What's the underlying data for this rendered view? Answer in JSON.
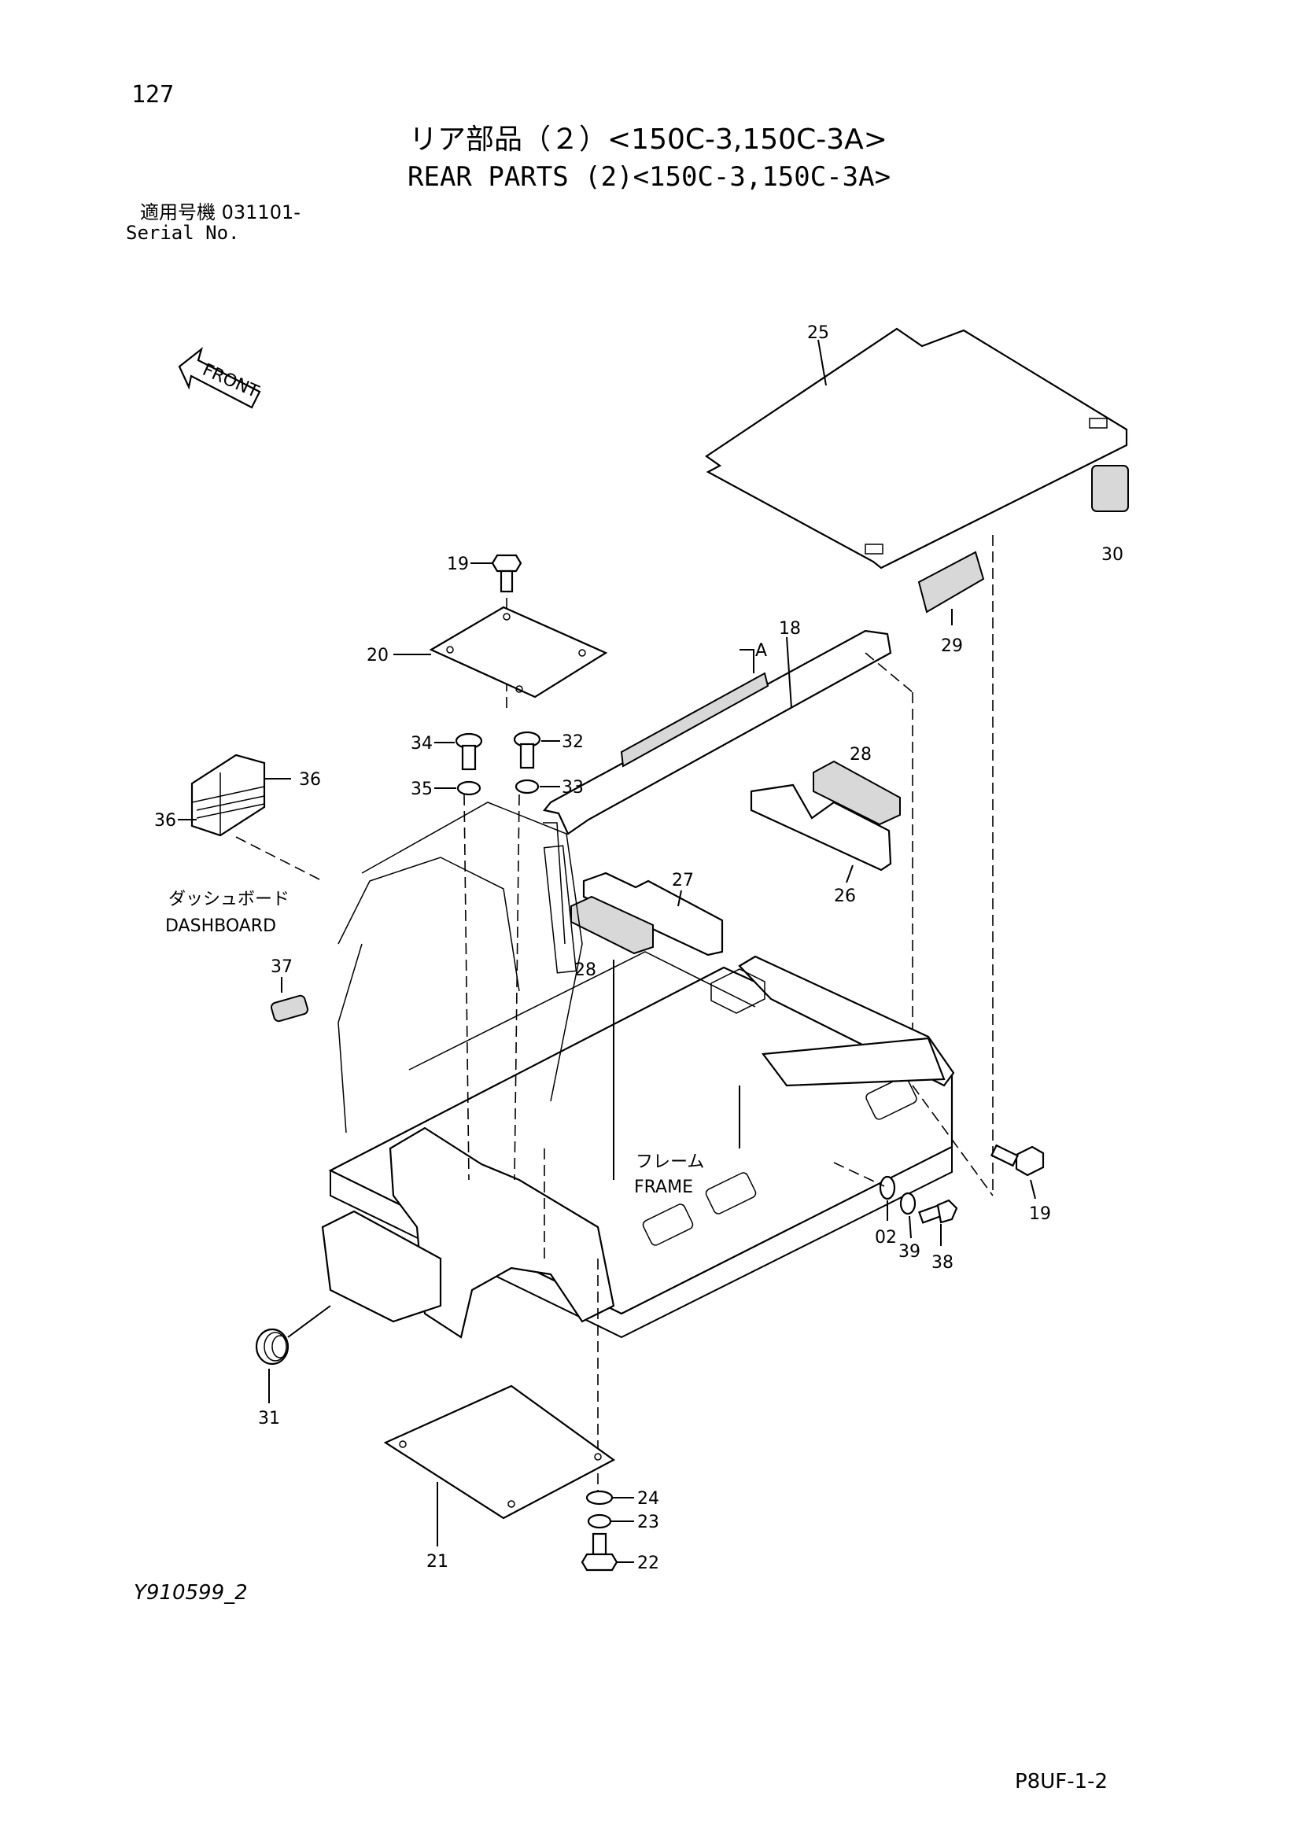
{
  "header": {
    "page_number": "127",
    "title_jp": "リア部品（２）<150C-3,150C-3A>",
    "title_en": "REAR PARTS (2)<150C-3,150C-3A>",
    "serial_jp": "適用号機  031101-",
    "serial_en": "Serial No."
  },
  "diagram": {
    "front_label": "FRONT",
    "dashboard_jp": "ダッシュボード",
    "dashboard_en": "DASHBOARD",
    "frame_jp": "フレーム",
    "frame_en": "FRAME",
    "section_a": "A",
    "callouts": {
      "c02": "02",
      "c18": "18",
      "c19a": "19",
      "c19b": "19",
      "c20": "20",
      "c21": "21",
      "c22": "22",
      "c23": "23",
      "c24": "24",
      "c25": "25",
      "c26": "26",
      "c27": "27",
      "c28a": "28",
      "c28b": "28",
      "c29": "29",
      "c30": "30",
      "c31": "31",
      "c32": "32",
      "c33": "33",
      "c34": "34",
      "c35": "35",
      "c36a": "36",
      "c36b": "36",
      "c37": "37",
      "c38": "38",
      "c39": "39"
    }
  },
  "footer": {
    "drawing_id": "Y910599_2",
    "page_code": "P8UF-1-2"
  }
}
